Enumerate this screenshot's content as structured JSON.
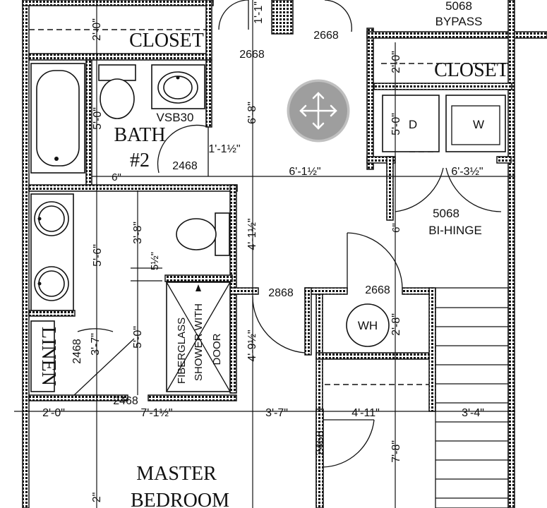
{
  "rooms": {
    "closet_top": "CLOSET",
    "closet_right": "CLOSET",
    "bath2_line1": "BATH",
    "bath2_line2": "#2",
    "linen": "LINEN",
    "master_line1": "MASTER",
    "master_line2": "BEDROOM"
  },
  "fixtures": {
    "vanity": "VSB30",
    "dryer": "D",
    "washer": "W",
    "water_heater": "WH",
    "shower_line1": "FIBERGLASS",
    "shower_line2": "SHOWER WITH",
    "shower_line3": "DOOR"
  },
  "doors": {
    "d_top_left": "2668",
    "d_top_center": "2668",
    "bypass_size": "5068",
    "bypass_label": "BYPASS",
    "d_bath2": "2468",
    "bifold_size": "5068",
    "bifold_label": "BI-HINGE",
    "d_hall": "2868",
    "d_wh": "2668",
    "d_linen": "2468",
    "d_master_bath": "2468",
    "d_lower": "2468"
  },
  "dimensions": {
    "closet_depth": "2'-0\"",
    "top_small": "1'-1\"",
    "bath2_depth": "5'-0\"",
    "hall_height": "6'-8\"",
    "bath2_door_offset": "1'-1½\"",
    "hall_width": "6'-1½\"",
    "laundry_width": "6'-3½\"",
    "closet_right_depth": "2'-0\"",
    "laundry_depth": "5'-0\"",
    "bath_tub_offset": "6\"",
    "vanity_length": "5'-6\"",
    "wc_depth": "3'-8\"",
    "wc_offset": "5½\"",
    "hall_mid": "4'-1½\"",
    "shower_depth": "5'-0\"",
    "hall_lower": "4'-9½\"",
    "wh_depth": "2'-8\"",
    "linen_angle": "3'-7\"",
    "laundry_gap": "6\"",
    "bottom_left": "2'-0\"",
    "bottom_bath": "7'-1½\"",
    "bottom_hall": "3'-7\"",
    "bottom_stair": "4'-11\"",
    "bottom_right": "3'-4\"",
    "stair_depth": "7'-8\"",
    "master_depth": "2\""
  },
  "controls": {
    "move_handle": "move-icon"
  }
}
